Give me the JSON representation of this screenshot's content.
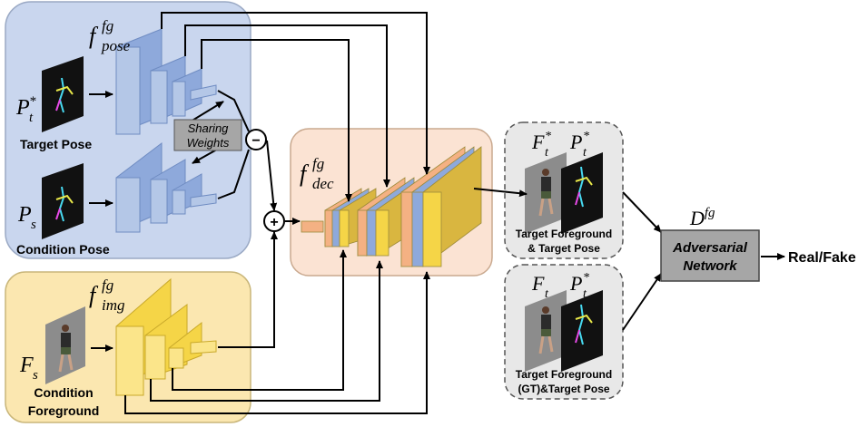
{
  "pose_encoder": {
    "symbol": "f",
    "sup": "fg",
    "sub": "pose",
    "target_symbol": "P",
    "target_sub": "t",
    "target_sup": "*",
    "target_label": "Target Pose",
    "condition_symbol": "P",
    "condition_sub": "s",
    "condition_label": "Condition Pose",
    "sharing_line1": "Sharing",
    "sharing_line2": "Weights",
    "minus": "−"
  },
  "image_encoder": {
    "symbol": "f",
    "sup": "fg",
    "sub": "img",
    "input_symbol": "F",
    "input_sub": "s",
    "label_line1": "Condition",
    "label_line2": "Foreground"
  },
  "decoder": {
    "symbol": "f",
    "sup": "fg",
    "sub": "dec",
    "plus": "+"
  },
  "outputs": {
    "gen_f_symbol": "F",
    "gen_f_sub": "t",
    "gen_f_sup": "*",
    "gen_p_symbol": "P",
    "gen_p_sub": "t",
    "gen_p_sup": "*",
    "gen_label_line1": "Target Foreground",
    "gen_label_line2": "& Target Pose",
    "gt_f_symbol": "F",
    "gt_f_sub": "t",
    "gt_p_symbol": "P",
    "gt_p_sub": "t",
    "gt_p_sup": "*",
    "gt_label_line1": "Target Foreground",
    "gt_label_line2": "(GT)&Target Pose"
  },
  "discriminator": {
    "symbol": "D",
    "sup": "fg",
    "line1": "Adversarial",
    "line2": "Network",
    "result": "Real/Fake"
  },
  "colors": {
    "pose_bg": "#c9d6ee",
    "img_bg": "#fbe7b0",
    "dec_bg": "#fbe3d3",
    "out_bg": "#e8e8e8",
    "pose_block": "#8ea9db",
    "img_block": "#f5d547",
    "dec_block": "#d9b640",
    "dec_orange": "#f4b183",
    "dec_blue": "#8ea9db",
    "gray_box": "#a6a6a6"
  }
}
